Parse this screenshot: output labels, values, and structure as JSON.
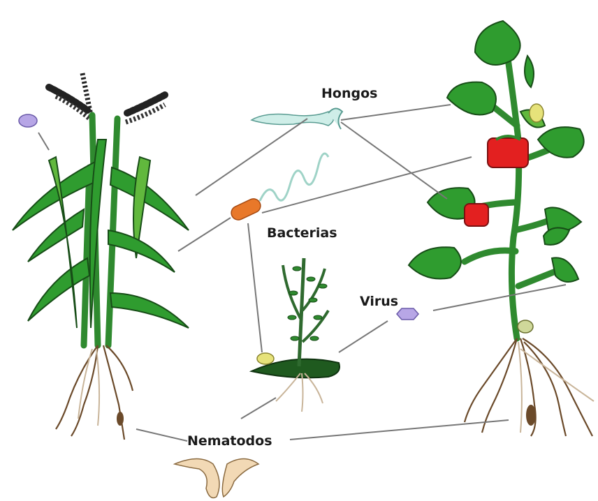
{
  "labels": {
    "hongos": "Hongos",
    "bacterias": "Bacterias",
    "virus": "Virus",
    "nematodos": "Nematodos"
  },
  "colors": {
    "leaf": "#2f9c2f",
    "fruit": "#e32020",
    "bacterium": "#e8782a",
    "virus": "#b7a6e6",
    "fungus": "#cfeee8",
    "nematode": "#f2d9b5",
    "root": "#6b4a2a"
  }
}
